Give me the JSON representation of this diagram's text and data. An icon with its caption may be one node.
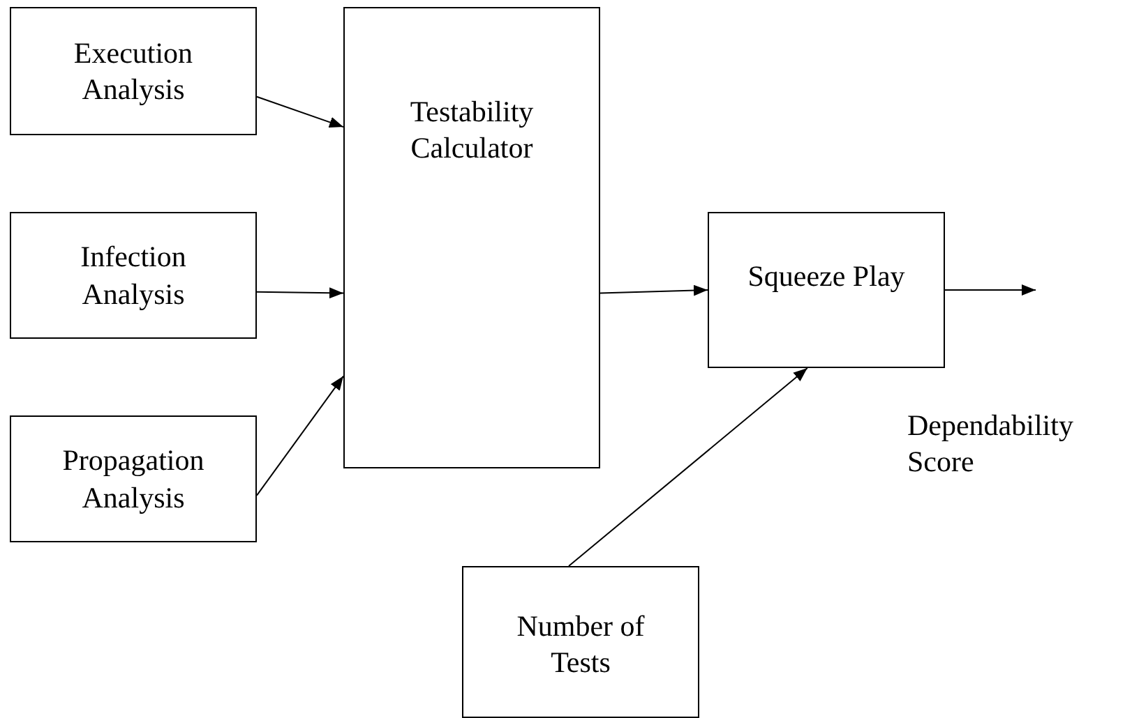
{
  "diagram": {
    "nodes": [
      {
        "text": [
          "Execution Analysis"
        ]
      },
      {
        "text": [
          "Infection Analysis"
        ]
      },
      {
        "text": [
          "Propagation Analysis"
        ]
      },
      {
        "text": [
          "Testability Calculator"
        ]
      },
      {
        "text": [
          "Squeeze Play"
        ]
      },
      {
        "text": [
          "Number of Tests"
        ]
      }
    ],
    "edges": [
      {
        "from": 0,
        "to": 3,
        "arrow": "to"
      },
      {
        "from": 1,
        "to": 3,
        "arrow": "to"
      },
      {
        "from": 2,
        "to": 3,
        "arrow": "to"
      },
      {
        "from": 3,
        "to": 4,
        "arrow": "to"
      },
      {
        "from": 5,
        "to": 4,
        "arrow": "to"
      },
      {
        "from": 4,
        "to": null,
        "arrow": "to",
        "label": "Dependability Score"
      }
    ]
  }
}
